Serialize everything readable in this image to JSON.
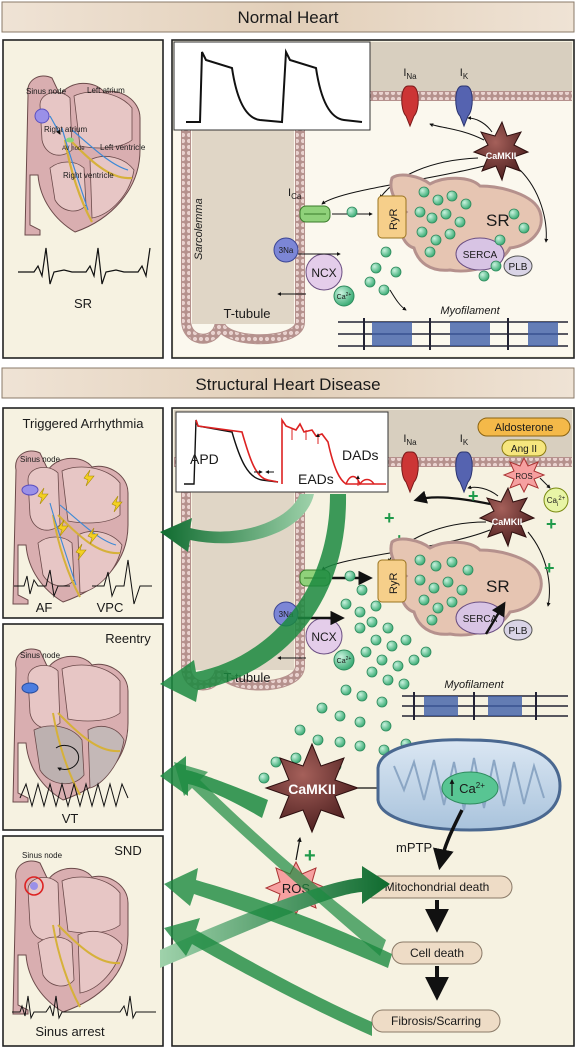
{
  "sections": {
    "normal_title": "Normal Heart",
    "disease_title": "Structural Heart Disease"
  },
  "normal_heart": {
    "heart_labels": {
      "sinus_node": "Sinus node",
      "left_atrium": "Left atrium",
      "right_atrium": "Right atrium",
      "av_node": "AV node",
      "left_ventricle": "Left ventricle",
      "right_ventricle": "Right ventricle"
    },
    "rhythm_label": "SR"
  },
  "normal_cell": {
    "sarcolemma": "Sarcolemma",
    "ttubule": "T-tubule",
    "ina_main": "I",
    "ina_sub": "Na",
    "ik_main": "I",
    "ik_sub": "K",
    "ica_main": "I",
    "ica_sub": "Ca",
    "camkii": "CaMKII",
    "ryr": "RyR",
    "sr": "SR",
    "serca": "SERCA",
    "plb": "PLB",
    "na3": "3Na",
    "ncx": "NCX",
    "ca_main": "Ca",
    "ca_sup": "2+",
    "myofilament": "Myofilament"
  },
  "arrhythmias": {
    "triggered_title": "Triggered Arrhythmia",
    "af": "AF",
    "vpc": "VPC",
    "reentry_title": "Reentry",
    "vt": "VT",
    "snd_title": "SND",
    "sinus_arrest": "Sinus arrest",
    "sinus_node": "Sinus node"
  },
  "disease_cell": {
    "apd": "APD",
    "eads": "EADs",
    "dads": "DADs",
    "aldosterone": "Aldosterone",
    "ang_ii": "Ang II",
    "ros_small": "ROS",
    "cai_main": "Ca",
    "cai_sub": "i",
    "cai_sup": "2+",
    "plus": "+",
    "camkii_big": "CaMKII",
    "ros_big": "ROS",
    "mptp": "mPTP",
    "mito_ca_main": "Ca",
    "mito_ca_sup": "2+",
    "mito_death": "Mitochondrial death",
    "cell_death": "Cell death",
    "fibrosis": "Fibrosis/Scarring",
    "myofilament": "Myofilament",
    "ttubule": "T-tubule",
    "ryr": "RyR",
    "sr": "SR",
    "serca": "SERCA",
    "plb": "PLB",
    "na3": "3Na",
    "ncx": "NCX",
    "ca_main": "Ca",
    "ca_sup": "2+",
    "ina_main": "I",
    "ina_sub": "Na",
    "ik_main": "I",
    "ik_sub": "K",
    "camkii": "CaMKII"
  },
  "colors": {
    "banner": "#e6d6c4",
    "panel_bg": "#f6f2e1",
    "cell_bg": "#d8cfbf",
    "membrane": "#c9a9a6",
    "camkii": "#6b2e2e",
    "arrow_green": "#1f7a3a",
    "ca_dot": "#58c593",
    "ncx": "#e4cdea",
    "serca": "#d8c4e4",
    "ryr": "#f6cf8a",
    "ina_channel": "#cc3535",
    "ik_channel": "#5563b0",
    "ros": "#f6a0a0"
  }
}
